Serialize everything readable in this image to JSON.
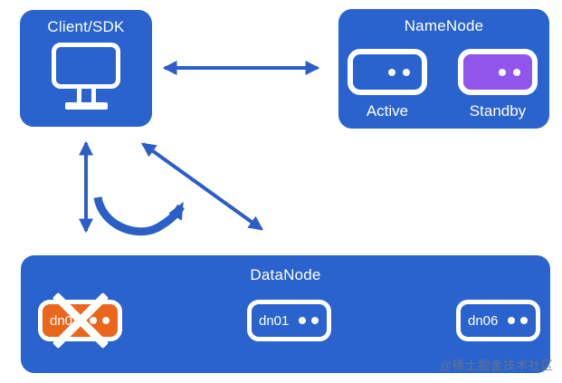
{
  "client": {
    "label": "Client/SDK",
    "icon": "monitor-icon"
  },
  "namenode": {
    "title": "NameNode",
    "nodes": [
      {
        "label": "Active",
        "state": "active",
        "color": "#2a63cd"
      },
      {
        "label": "Standby",
        "state": "standby",
        "color": "#9155ec"
      }
    ]
  },
  "datanode": {
    "title": "DataNode",
    "nodes": [
      {
        "label": "dn0",
        "state": "failed",
        "color": "#e9661c"
      },
      {
        "label": "dn01",
        "state": "ok",
        "color": "#2a63cd"
      },
      {
        "label": "dn06",
        "state": "ok",
        "color": "#2a63cd"
      }
    ]
  },
  "arrows": [
    {
      "name": "client-namenode",
      "type": "double-headed-horizontal"
    },
    {
      "name": "client-datanode-vertical",
      "type": "double-headed-vertical"
    },
    {
      "name": "client-datanode-diagonal",
      "type": "double-headed-diagonal"
    },
    {
      "name": "failed-node-redirect",
      "type": "curved-single-head"
    }
  ],
  "watermark": "@稀土掘金技术社区",
  "colors": {
    "box_blue": "#2a63cd",
    "arrow_blue": "#2b5fc7",
    "failed_orange": "#e9661c",
    "standby_purple": "#9155ec",
    "watermark_gray": "#73777f",
    "icon_white": "#ffffff"
  }
}
